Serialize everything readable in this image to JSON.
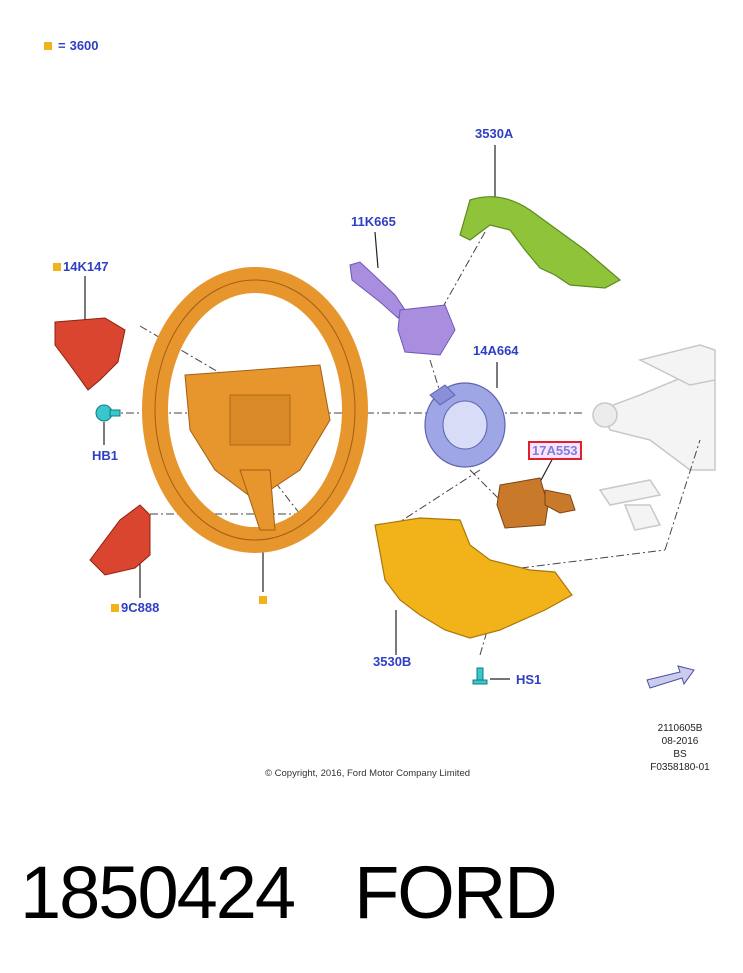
{
  "legend": {
    "text": "3600",
    "swatch_color": "#f2b31a"
  },
  "labels": {
    "p3530A": "3530A",
    "p11K665": "11K665",
    "p14K147": "14K147",
    "p14A664": "14A664",
    "pHB1": "HB1",
    "p17A553": "17A553",
    "p9C888": "9C888",
    "p3530B": "3530B",
    "pHS1": "HS1"
  },
  "meta": {
    "line1": "2110605B",
    "line2": "08-2016",
    "line3": "BS",
    "line4": "F0358180-01"
  },
  "copyright": "© Copyright, 2016, Ford Motor Company Limited",
  "caption": {
    "number": "1850424",
    "brand": "FORD"
  },
  "colors": {
    "label": "#2e3fc4",
    "wheel": "#e7962e",
    "shroud_upper": "#8fc43a",
    "shroud_lower": "#f2b31a",
    "switch_purple": "#a98ee0",
    "clockspring": "#9ea6e6",
    "switch_orange": "#c87a2a",
    "red_part": "#d9452e",
    "cyan_part": "#39c6cc"
  }
}
